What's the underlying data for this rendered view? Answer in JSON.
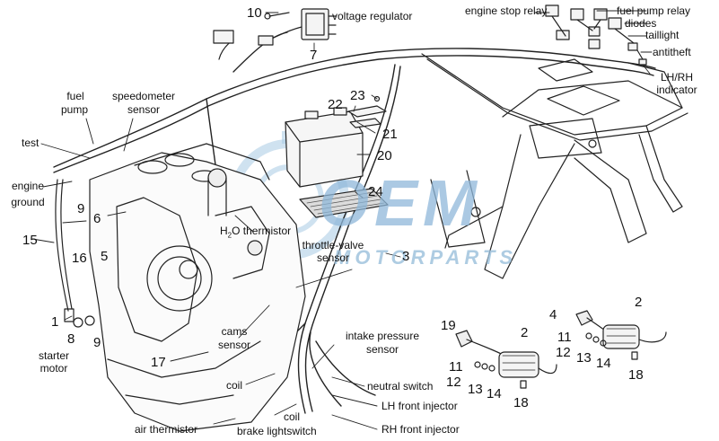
{
  "watermark": {
    "brand": "OEM",
    "sub": "MOTORPARTS"
  },
  "labels": {
    "voltage_regulator": "voltage regulator",
    "engine_stop_relay": "engine stop relay",
    "fuel_pump_relay": "fuel pump relay",
    "diodes": "diodes",
    "taillight": "taillight",
    "antitheft": "antitheft",
    "lh_rh_indicator_1": "LH/RH",
    "lh_rh_indicator_2": "indicator",
    "fuel_pump_1": "fuel",
    "fuel_pump_2": "pump",
    "speedometer_sensor_1": "speedometer",
    "speedometer_sensor_2": "sensor",
    "test": "test",
    "engine_ground_1": "engine",
    "engine_ground_2": "ground",
    "h2o_thermistor_a": "H",
    "h2o_thermistor_sub": "2",
    "h2o_thermistor_b": "O thermistor",
    "throttle_valve_sensor_1": "throttle-valve",
    "throttle_valve_sensor_2": "sensor",
    "starter_motor_1": "starter",
    "starter_motor_2": "motor",
    "cams_sensor_1": "cams",
    "cams_sensor_2": "sensor",
    "intake_pressure_sensor_1": "intake pressure",
    "intake_pressure_sensor_2": "sensor",
    "neutral_switch": "neutral switch",
    "coil_left": "coil",
    "coil_bottom": "coil",
    "lh_front_injector": "LH front injector",
    "air_thermistor": "air thermistor",
    "brake_lightswitch": "brake lightswitch",
    "rh_front_injector": "RH front injector"
  },
  "callouts": {
    "n10": "10",
    "n7": "7",
    "n22": "22",
    "n23": "23",
    "n21": "21",
    "n20": "20",
    "n24": "24",
    "n3": "3",
    "n9a": "9",
    "n6": "6",
    "n15": "15",
    "n16": "16",
    "n5": "5",
    "n1": "1",
    "n8": "8",
    "n9b": "9",
    "n17": "17",
    "n19": "19",
    "n2a": "2",
    "n11a": "11",
    "n12a": "12",
    "n13a": "13",
    "n14a": "14",
    "n18a": "18",
    "n4": "4",
    "n2b": "2",
    "n11b": "11",
    "n12b": "12",
    "n13b": "13",
    "n14b": "14",
    "n18b": "18"
  }
}
